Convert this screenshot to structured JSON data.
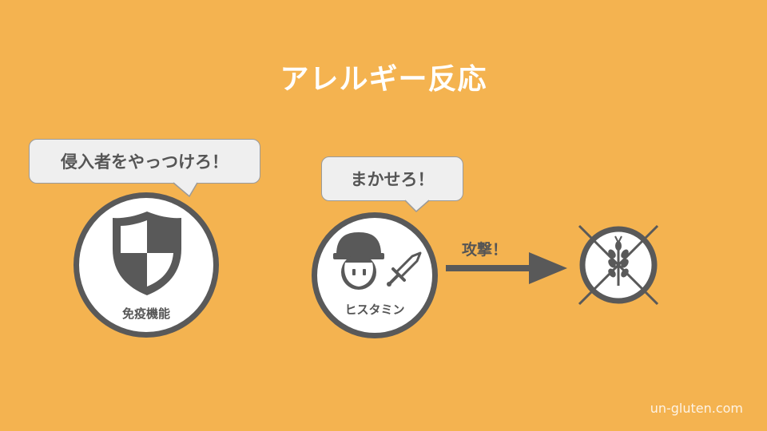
{
  "title": "アレルギー反応",
  "immune": {
    "speech": "侵入者をやっつけろ！",
    "label": "免疫機能",
    "icon": "shield-icon"
  },
  "histamine": {
    "speech": "まかせろ！",
    "label": "ヒスタミン",
    "icons": [
      "mushroom-face-icon",
      "sword-icon"
    ]
  },
  "attack_label": "攻撃！",
  "target": {
    "icon": "wheat-crossed-out-icon"
  },
  "footer": "un-gluten.com",
  "colors": {
    "background": "#F4B350",
    "dark": "#595959",
    "bubble": "#EFEFEF",
    "white": "#FFFFFF"
  }
}
